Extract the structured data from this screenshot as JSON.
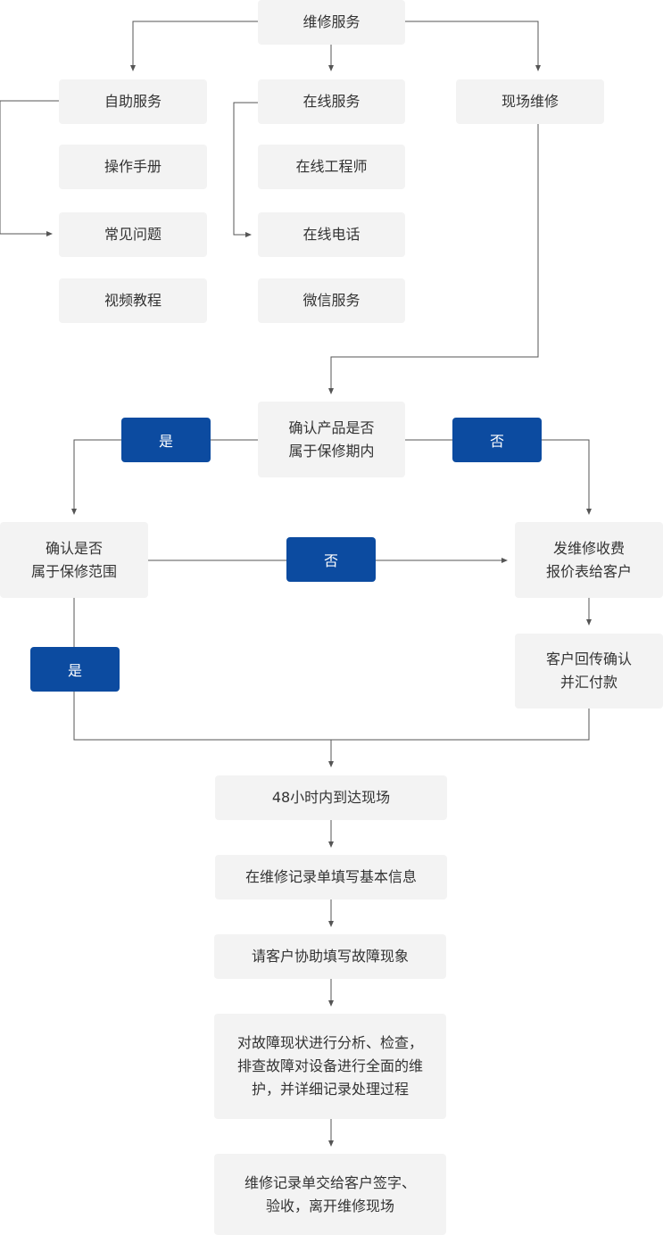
{
  "colors": {
    "node_bg": "#f3f3f3",
    "tag_bg": "#0c4ba0",
    "line": "#555555",
    "text": "#333333"
  },
  "top": {
    "service": "维修服务"
  },
  "branches": {
    "self": {
      "title": "自助服务",
      "items": [
        "操作手册",
        "常见问题",
        "视频教程"
      ]
    },
    "online": {
      "title": "在线服务",
      "items": [
        "在线工程师",
        "在线电话",
        "微信服务"
      ]
    },
    "onsite": {
      "title": "现场维修"
    }
  },
  "decisions": {
    "warranty": "确认产品是否\n属于保修期内",
    "scope": "确认是否\n属于保修范围"
  },
  "labels": {
    "yes": "是",
    "no": "否"
  },
  "quote": {
    "send": "发维修收费\n报价表给客户",
    "confirm": "客户回传确认\n并汇付款"
  },
  "steps": [
    "48小时内到达现场",
    "在维修记录单填写基本信息",
    "请客户协助填写故障现象",
    "对故障现状进行分析、检查，\n排查故障对设备进行全面的维\n护，并详细记录处理过程",
    "维修记录单交给客户签字、\n验收，离开维修现场"
  ]
}
